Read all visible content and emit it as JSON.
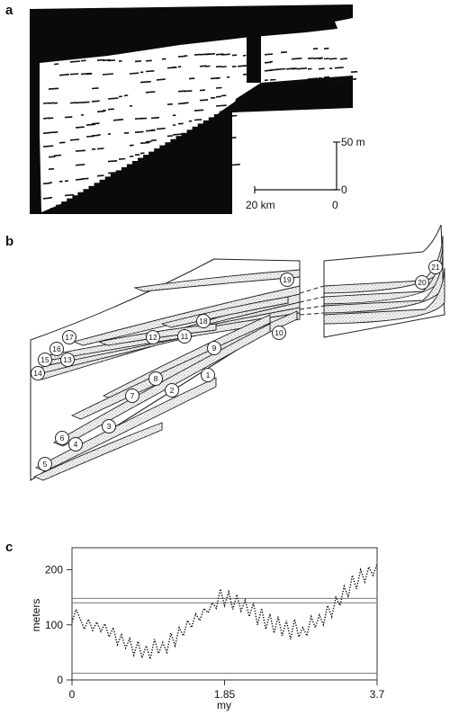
{
  "panels": {
    "a": {
      "letter": "a",
      "scale_vertical": "50 m",
      "scale_vertical_zero": "0",
      "scale_horizontal": "20 km",
      "scale_horizontal_zero": "0"
    },
    "b": {
      "letter": "b",
      "bed_numbers": [
        "1",
        "2",
        "3",
        "4",
        "5",
        "6",
        "7",
        "8",
        "9",
        "10",
        "11",
        "12",
        "13",
        "14",
        "15",
        "16",
        "17",
        "18",
        "19",
        "20",
        "21"
      ]
    },
    "c": {
      "letter": "c"
    }
  },
  "chart_data": {
    "type": "line",
    "xlabel": "my",
    "ylabel": "meters",
    "xticks": [
      "0",
      "1.85",
      "3.7"
    ],
    "yticks": [
      "0",
      "100",
      "200"
    ],
    "xlim": [
      0,
      3.7
    ],
    "ylim": [
      0,
      240
    ],
    "reference_lines_y": [
      12,
      140,
      148
    ],
    "series": [
      {
        "style": "dotted",
        "x": [
          0.0,
          0.05,
          0.1,
          0.15,
          0.2,
          0.25,
          0.3,
          0.35,
          0.4,
          0.45,
          0.5,
          0.55,
          0.6,
          0.65,
          0.7,
          0.75,
          0.8,
          0.85,
          0.9,
          0.95,
          1.0,
          1.05,
          1.1,
          1.15,
          1.2,
          1.25,
          1.3,
          1.35,
          1.4,
          1.45,
          1.5,
          1.55,
          1.6,
          1.65,
          1.7,
          1.75,
          1.8,
          1.85,
          1.9,
          1.95,
          2.0,
          2.05,
          2.1,
          2.15,
          2.2,
          2.25,
          2.3,
          2.35,
          2.4,
          2.45,
          2.5,
          2.55,
          2.6,
          2.65,
          2.7,
          2.75,
          2.8,
          2.85,
          2.9,
          2.95,
          3.0,
          3.05,
          3.1,
          3.15,
          3.2,
          3.25,
          3.3,
          3.35,
          3.4,
          3.45,
          3.5,
          3.55,
          3.6,
          3.65,
          3.7
        ],
        "y": [
          105,
          128,
          110,
          92,
          110,
          90,
          105,
          88,
          102,
          78,
          95,
          64,
          82,
          58,
          75,
          45,
          70,
          40,
          62,
          38,
          74,
          48,
          68,
          50,
          85,
          62,
          95,
          80,
          108,
          95,
          120,
          108,
          130,
          122,
          140,
          130,
          165,
          135,
          160,
          128,
          155,
          125,
          145,
          115,
          140,
          100,
          130,
          92,
          120,
          85,
          115,
          80,
          108,
          74,
          110,
          78,
          95,
          80,
          115,
          95,
          118,
          100,
          135,
          115,
          150,
          135,
          170,
          150,
          190,
          165,
          200,
          178,
          205,
          190,
          210
        ]
      }
    ]
  }
}
